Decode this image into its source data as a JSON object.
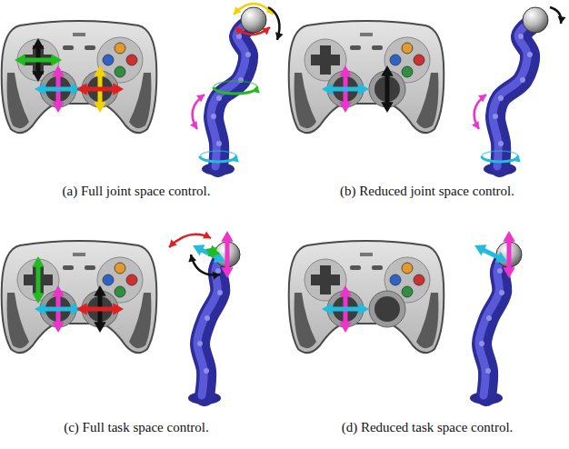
{
  "diagram": {
    "labels": [
      "(a) Full joint space control.",
      "(b) Reduced joint space control.",
      "(c) Full task space control.",
      "(d) Reduced task space control."
    ]
  }
}
